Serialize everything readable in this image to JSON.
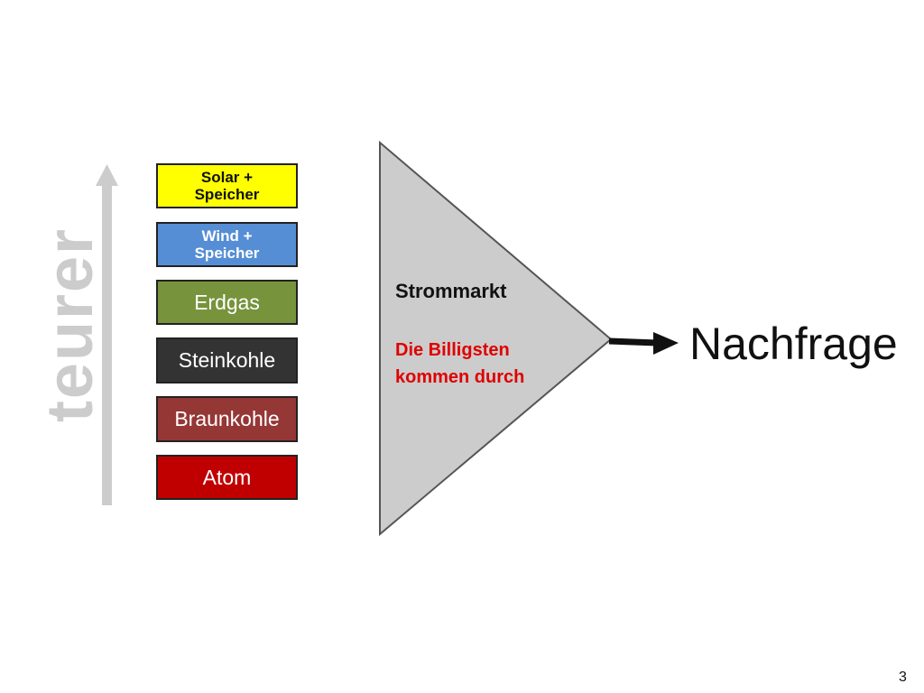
{
  "axis": {
    "label": "teurer"
  },
  "sources": [
    {
      "label": "Solar +\nSpeicher",
      "color": "#ffff00",
      "text_color": "#111111",
      "style": "small"
    },
    {
      "label": "Wind +\nSpeicher",
      "color": "#558ed5",
      "text_color": "#ffffff",
      "style": "small"
    },
    {
      "label": "Erdgas",
      "color": "#77933c",
      "text_color": "#ffffff",
      "style": "large"
    },
    {
      "label": "Steinkohle",
      "color": "#333333",
      "text_color": "#ffffff",
      "style": "large"
    },
    {
      "label": "Braunkohle",
      "color": "#953735",
      "text_color": "#ffffff",
      "style": "large"
    },
    {
      "label": "Atom",
      "color": "#c00000",
      "text_color": "#ffffff",
      "style": "large"
    }
  ],
  "market": {
    "title": "Strommarkt",
    "subtitle": "Die Billigsten\nkommen durch",
    "fill": "#cccccc"
  },
  "output": {
    "label": "Nachfrage"
  },
  "page": {
    "number": "3"
  }
}
